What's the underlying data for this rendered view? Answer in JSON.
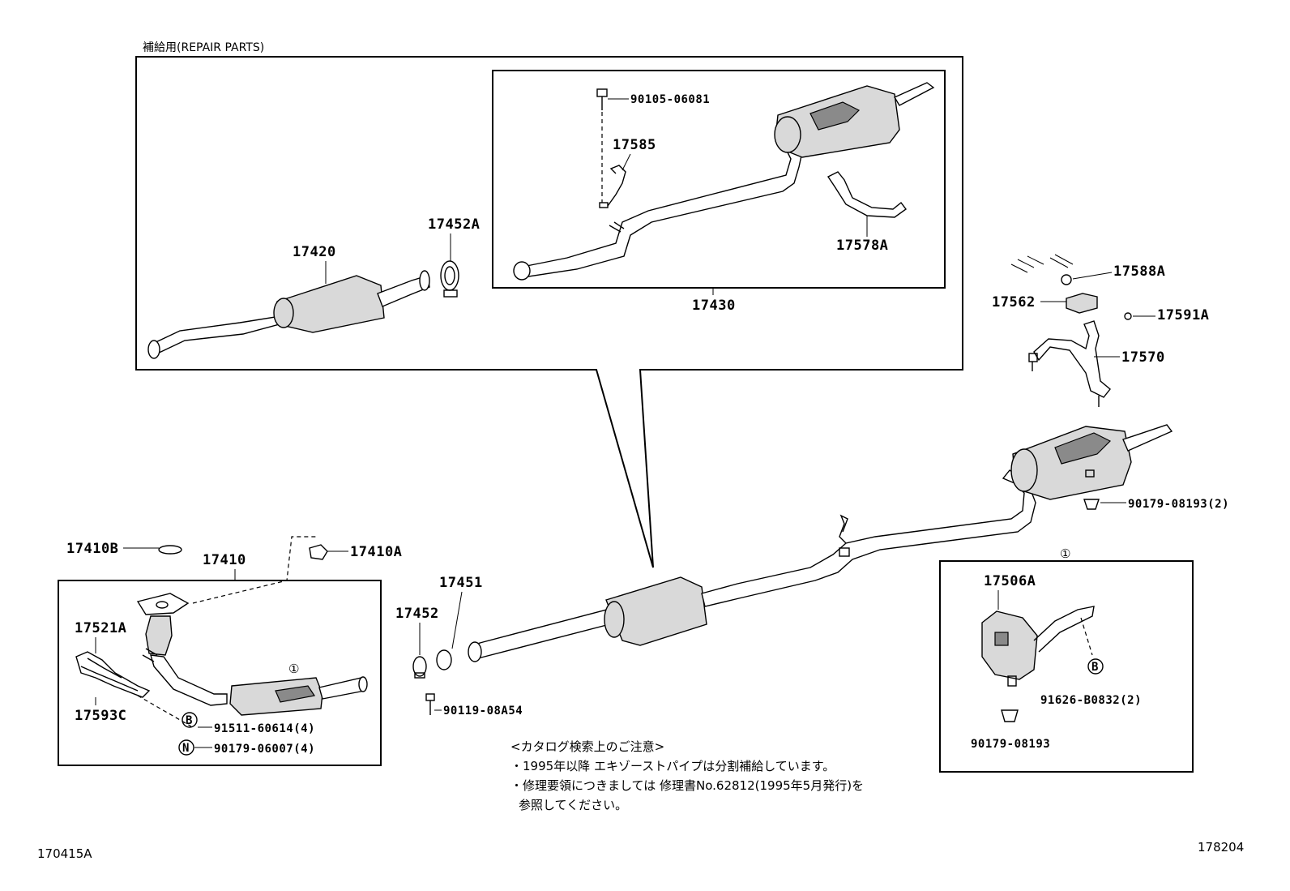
{
  "header": {
    "repair_parts": "補給用(REPAIR PARTS)"
  },
  "parts": {
    "p17420": "17420",
    "p17452A": "17452A",
    "p17430": "17430",
    "p90105": "90105-06081",
    "p17585": "17585",
    "p17578A": "17578A",
    "p17588A": "17588A",
    "p17562": "17562",
    "p17591A": "17591A",
    "p17570": "17570",
    "p90179_08193_2": "90179-08193(2)",
    "p17410B": "17410B",
    "p17410": "17410",
    "p17410A": "17410A",
    "p17521A": "17521A",
    "p17593C": "17593C",
    "p91511": "91511-60614(4)",
    "p90179_06007": "90179-06007(4)",
    "p17451": "17451",
    "p17452": "17452",
    "p90119": "90119-08A54",
    "p17506A": "17506A",
    "p91626": "91626-B0832(2)",
    "p90179_08193": "90179-08193"
  },
  "markers": {
    "circled_one": "①",
    "bolt_b": "B",
    "nut_n": "N"
  },
  "notes": {
    "title": "<カタログ検索上のご注意>",
    "line1": "・1995年以降 エキゾーストパイプは分割補給しています。",
    "line2": "・修理要領につきましては 修理書No.62812(1995年5月発行)を",
    "line3": "参照してください。"
  },
  "footer": {
    "left_code": "170415A",
    "right_code": "178204"
  }
}
